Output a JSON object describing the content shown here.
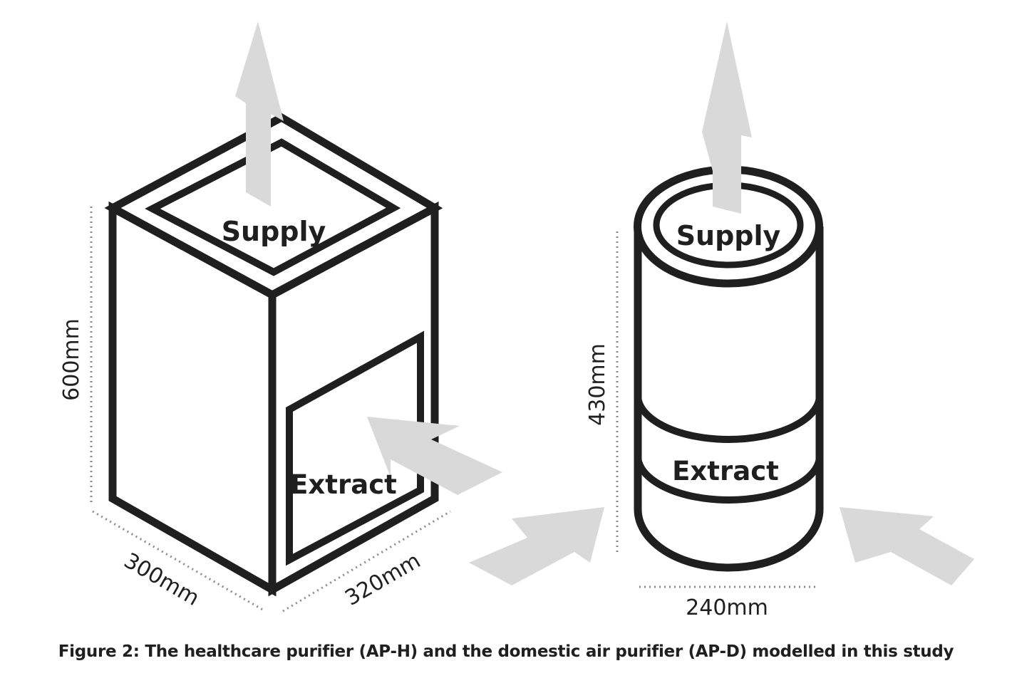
{
  "figure": {
    "caption": "Figure 2: The healthcare purifier (AP-H) and the domestic air purifier (AP-D) modelled in this study"
  },
  "healthcare_purifier": {
    "supply_label": "Supply",
    "extract_label": "Extract",
    "height_label": "600mm",
    "depth_label": "300mm",
    "width_label": "320mm"
  },
  "domestic_purifier": {
    "supply_label": "Supply",
    "extract_label": "Extract",
    "height_label": "430mm",
    "diameter_label": "240mm"
  },
  "colors": {
    "outline": "#1f1f1f",
    "arrow": "#d9d9d9",
    "dimension_line": "#8a8a8a"
  }
}
